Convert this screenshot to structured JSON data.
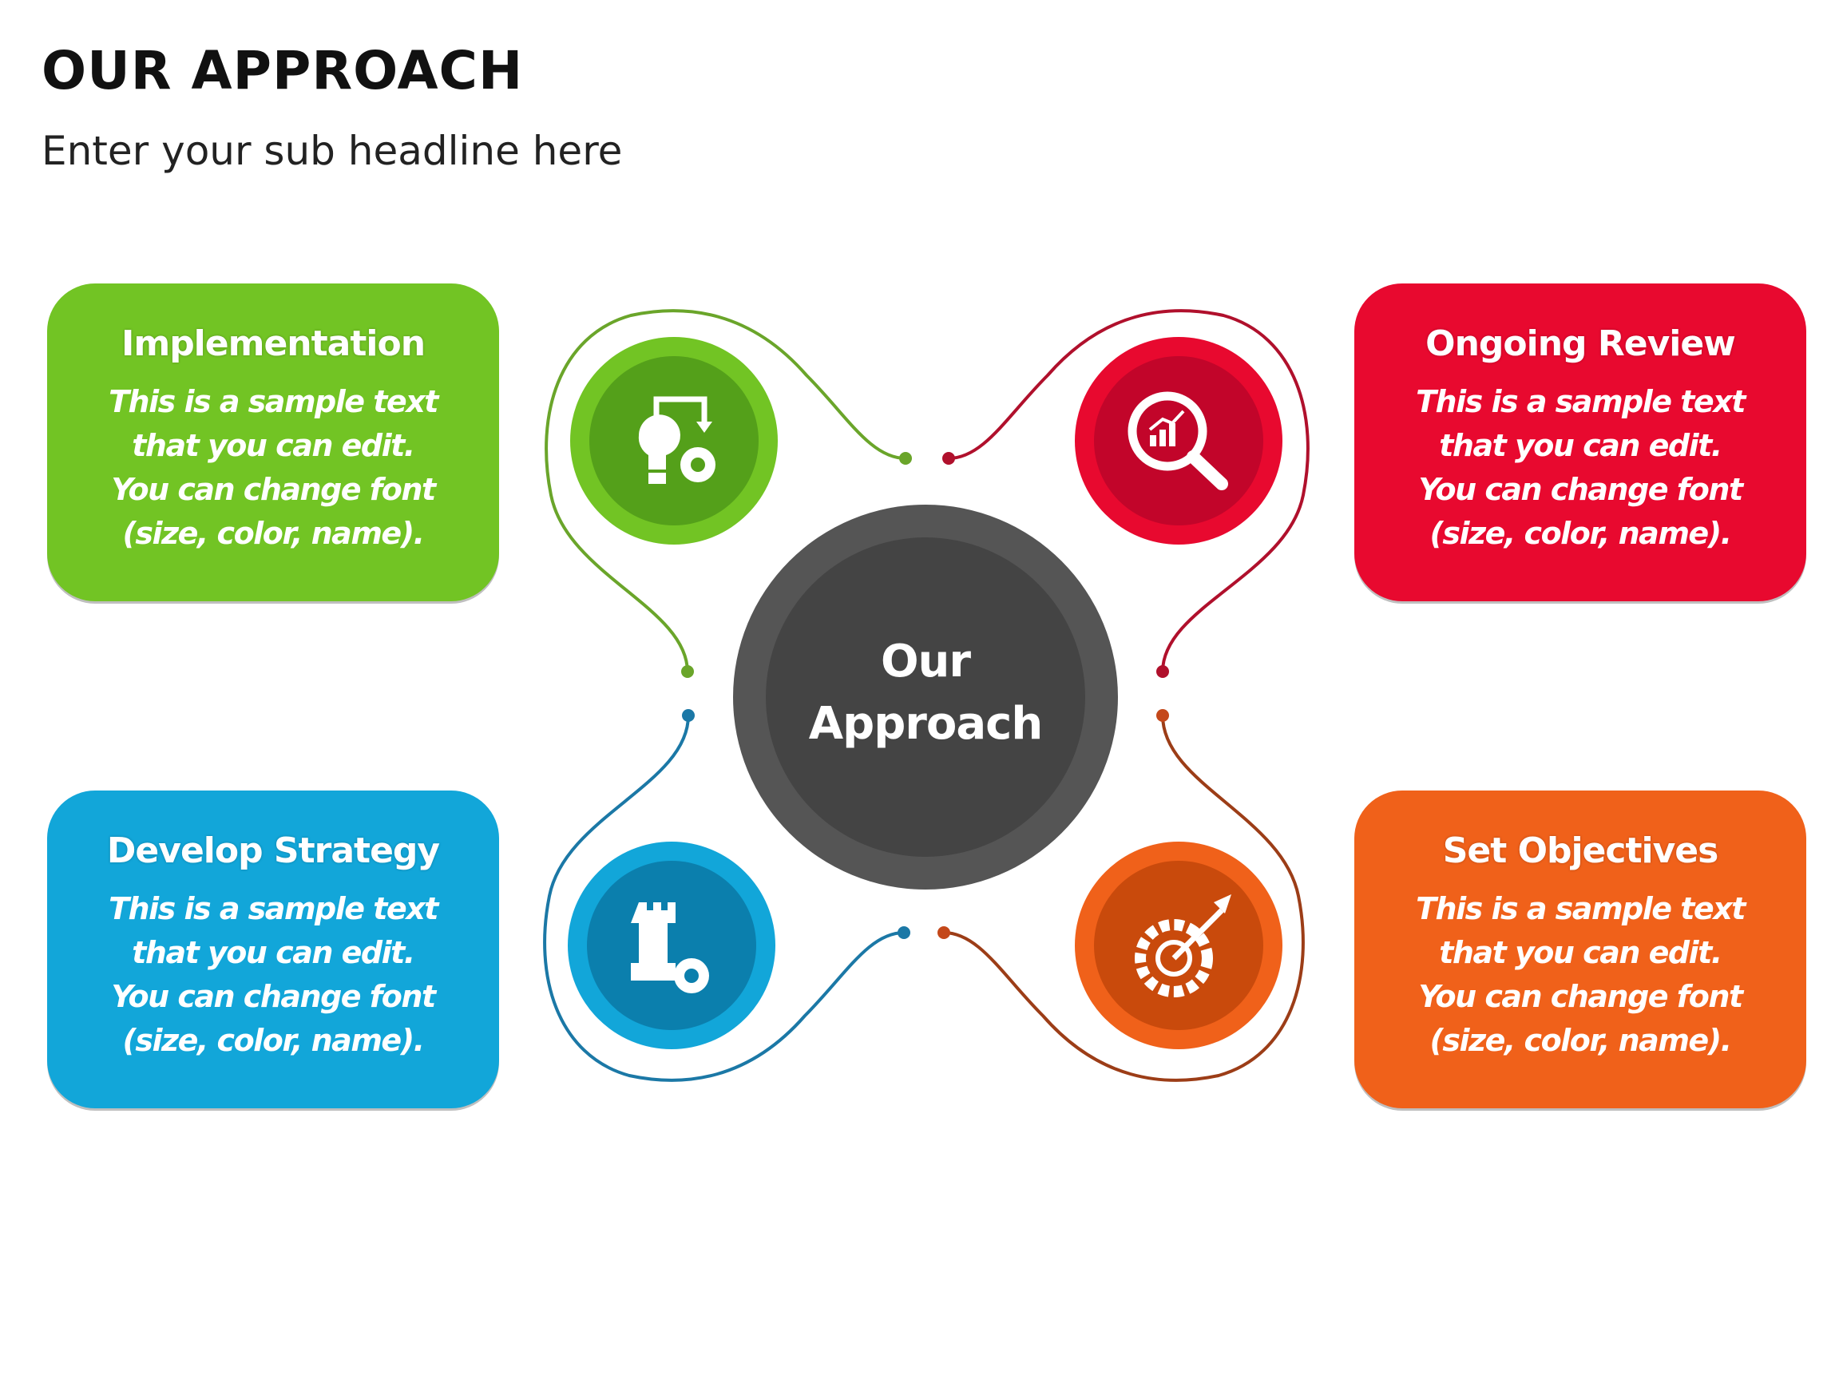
{
  "header": {
    "title": "OUR APPROACH",
    "subtitle": "Enter your sub headline here"
  },
  "center": {
    "line1": "Our",
    "line2": "Approach",
    "color": "#4a4a4a"
  },
  "cards": [
    {
      "title": "Implementation",
      "text": "This is a sample text that you can edit. You can change font (size, color, name).",
      "color": "#72c424",
      "icon": "lightbulb-gear-icon"
    },
    {
      "title": "Ongoing Review",
      "text": "This is a sample text that you can edit. You can change font (size, color, name).",
      "color": "#e8092f",
      "icon": "magnifier-chart-icon"
    },
    {
      "title": "Develop Strategy",
      "text": "This is a sample text that you can edit. You can change font (size, color, name).",
      "color": "#12a6d9",
      "icon": "chess-rook-gear-icon"
    },
    {
      "title": "Set Objectives",
      "text": "This is a sample text that you can edit. You can change font (size, color, name).",
      "color": "#f0611a",
      "icon": "target-gear-icon"
    }
  ]
}
